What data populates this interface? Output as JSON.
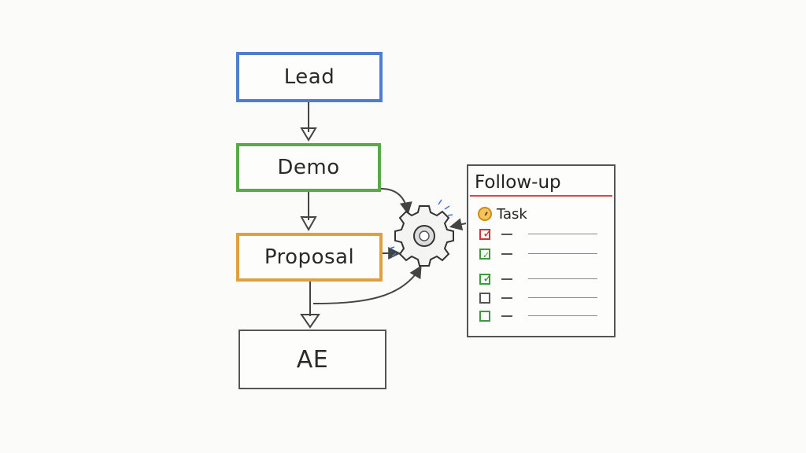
{
  "diagram": {
    "stages": [
      {
        "id": "lead",
        "label": "Lead",
        "color": "#4f7ed0"
      },
      {
        "id": "demo",
        "label": "Demo",
        "color": "#5aa84a"
      },
      {
        "id": "proposal",
        "label": "Proposal",
        "color": "#e0a040"
      },
      {
        "id": "ae",
        "label": "AE",
        "color": "#555555"
      }
    ],
    "automation": {
      "icon": "gear-icon"
    },
    "panel": {
      "title": "Follow-up",
      "task_label": "Task",
      "checklist": [
        {
          "state": "checked",
          "color": "#c83a3a"
        },
        {
          "state": "checked",
          "color": "#3d9a3d"
        },
        {
          "state": "checked",
          "color": "#3d9a3d"
        },
        {
          "state": "empty",
          "color": "#555555"
        },
        {
          "state": "empty",
          "color": "#3d9a3d"
        }
      ]
    }
  }
}
